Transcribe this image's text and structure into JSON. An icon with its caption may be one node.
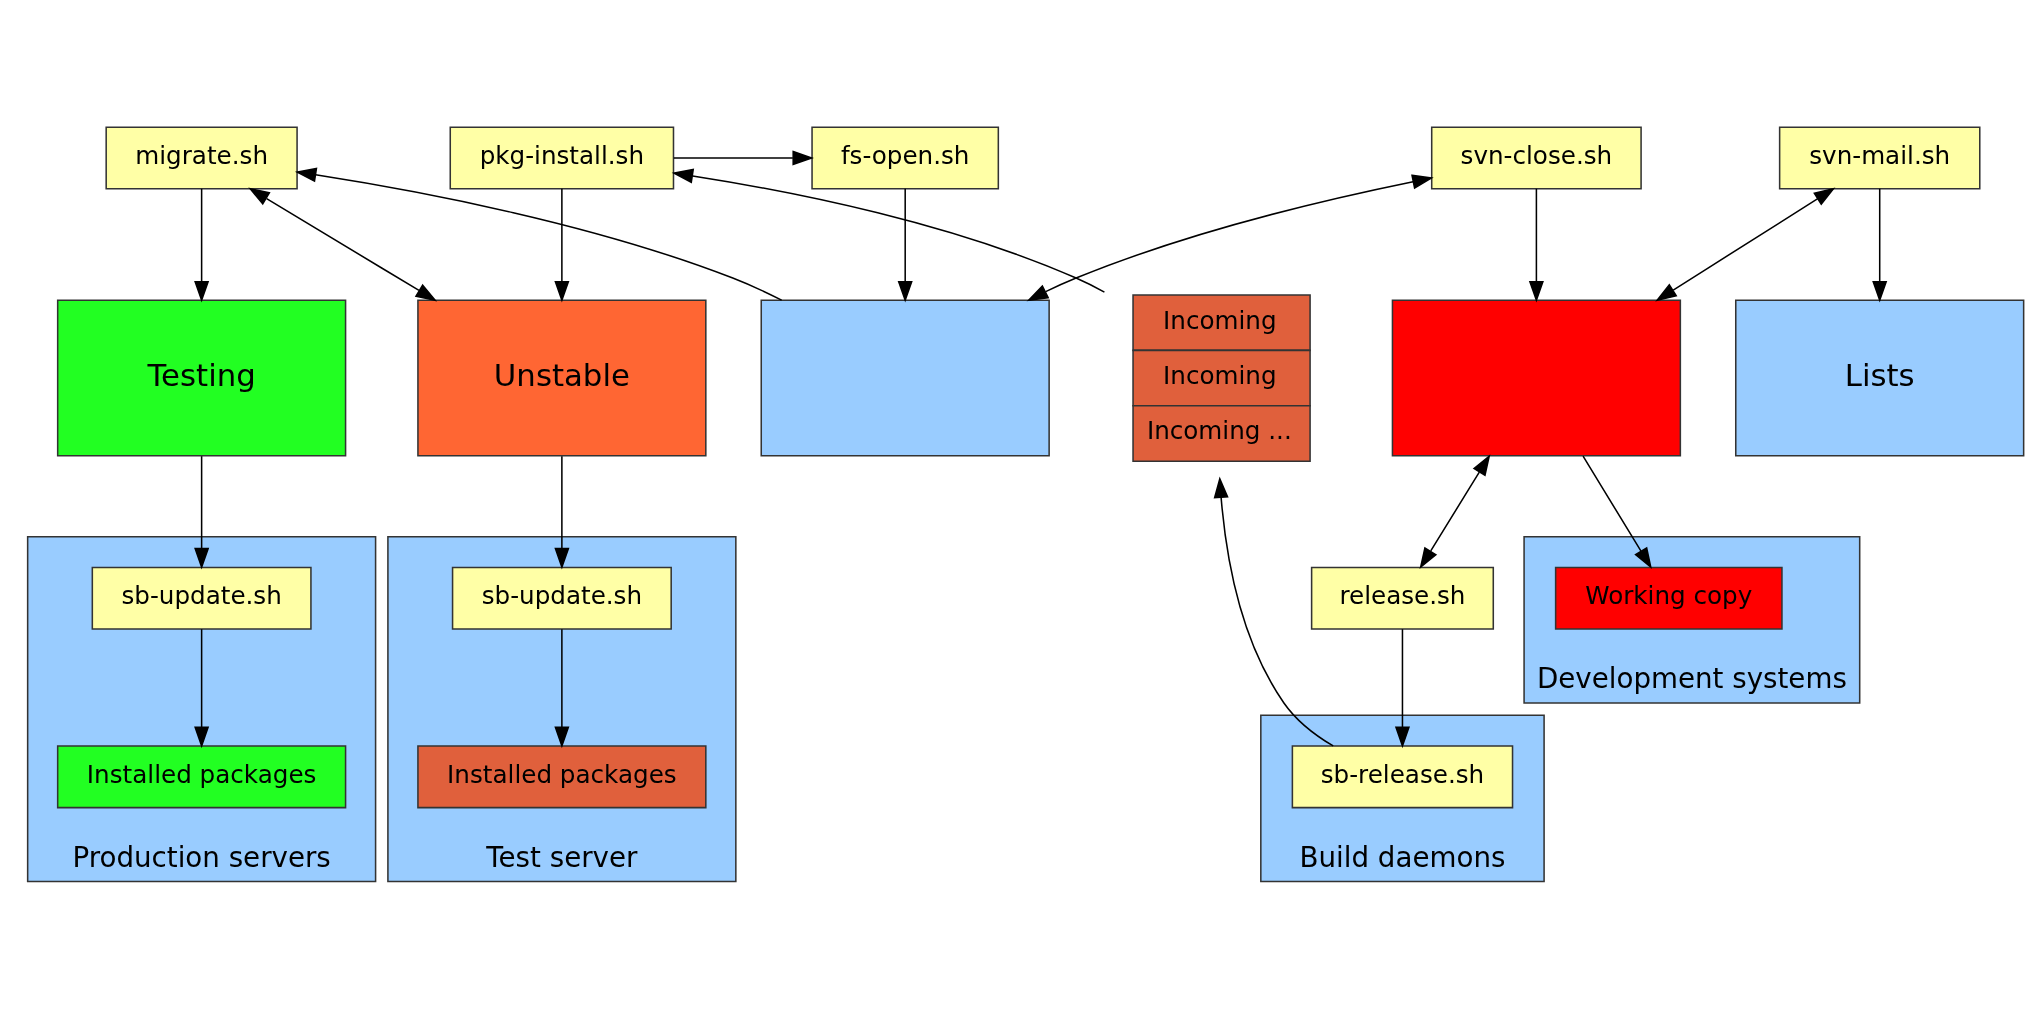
{
  "diagram": {
    "nodes": [
      {
        "text": [
          "migrate.sh"
        ]
      },
      {
        "text": [
          "pkg-install.sh"
        ]
      },
      {
        "text": [
          "fs-open.sh"
        ]
      },
      {
        "text": [
          "svn-close.sh"
        ]
      },
      {
        "text": [
          "svn-mail.sh"
        ]
      },
      {
        "text": [
          "Testing"
        ]
      },
      {
        "text": [
          "Unstable"
        ]
      },
      {
        "text": [
          "Incoming",
          "Incoming",
          "Incoming ..."
        ]
      },
      {
        "text": [],
        "shape": "box"
      },
      {
        "text": [],
        "shape": "box"
      },
      {
        "text": [
          "Lists"
        ]
      },
      {
        "text": [
          "Production servers"
        ]
      },
      {
        "text": [
          "sb-update.sh"
        ],
        "in": 11
      },
      {
        "text": [
          "Installed packages"
        ],
        "in": 11
      },
      {
        "text": [
          "Test server"
        ]
      },
      {
        "text": [
          "sb-update.sh"
        ],
        "in": 14
      },
      {
        "text": [
          "Installed packages"
        ],
        "in": 14
      },
      {
        "text": [
          "Build daemons"
        ]
      },
      {
        "text": [
          "sb-release.sh"
        ],
        "in": 17
      },
      {
        "text": [
          "release.sh"
        ]
      },
      {
        "text": [
          "Development systems"
        ]
      },
      {
        "text": [
          "Working copy"
        ],
        "in": 20
      }
    ],
    "edges": [
      {
        "from": 8,
        "to": 0,
        "arrow": "to"
      },
      {
        "from": 1,
        "to": 2,
        "arrow": "to"
      },
      {
        "from": 0,
        "to": 5,
        "arrow": "to"
      },
      {
        "from": 6,
        "to": 0,
        "arrow": "both"
      },
      {
        "from": 1,
        "to": 6,
        "arrow": "to"
      },
      {
        "from": 7,
        "to": 1,
        "arrow": "to"
      },
      {
        "from": 2,
        "to": 8,
        "arrow": "to"
      },
      {
        "from": 8,
        "to": 3,
        "arrow": "both"
      },
      {
        "from": 3,
        "to": 9,
        "arrow": "to"
      },
      {
        "from": 9,
        "to": 4,
        "arrow": "both"
      },
      {
        "from": 4,
        "to": 10,
        "arrow": "to"
      },
      {
        "from": 5,
        "to": 12,
        "arrow": "to"
      },
      {
        "from": 12,
        "to": 13,
        "arrow": "to"
      },
      {
        "from": 6,
        "to": 15,
        "arrow": "to"
      },
      {
        "from": 15,
        "to": 16,
        "arrow": "to"
      },
      {
        "from": 18,
        "to": 7,
        "arrow": "to"
      },
      {
        "from": 19,
        "to": 18,
        "arrow": "to"
      },
      {
        "from": 9,
        "to": 19,
        "arrow": "both"
      },
      {
        "from": 9,
        "to": 21,
        "arrow": "to"
      }
    ]
  }
}
